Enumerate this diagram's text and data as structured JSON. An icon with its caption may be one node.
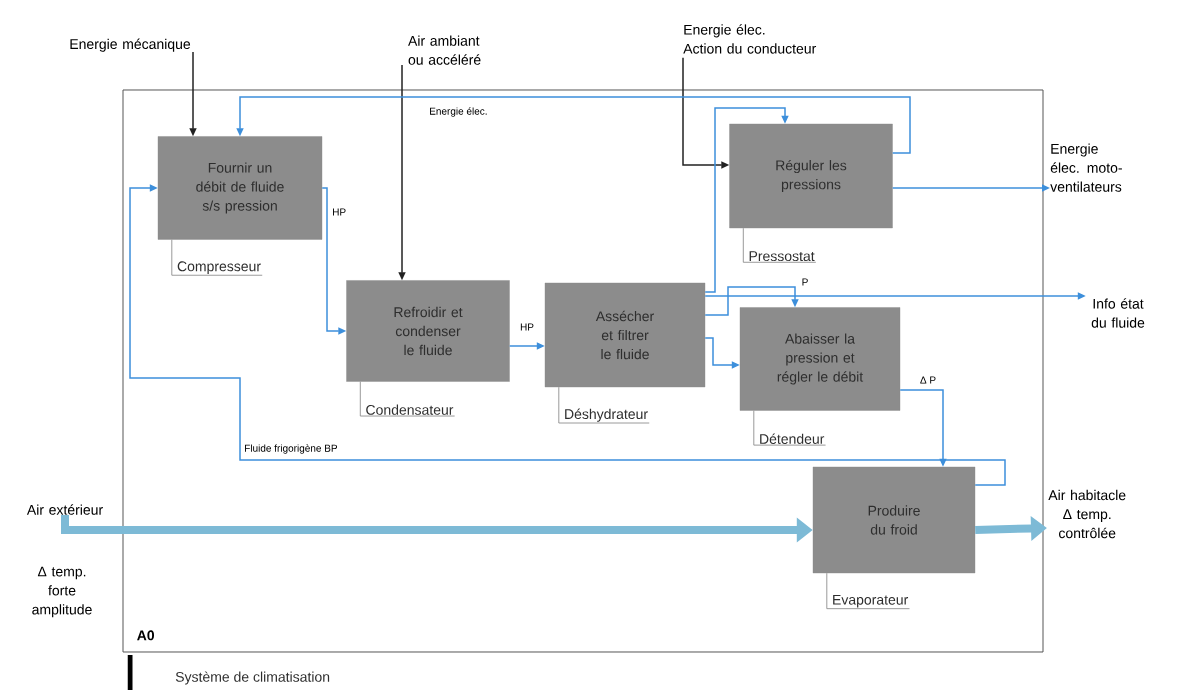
{
  "diagram": {
    "nodes": [
      {
        "text": [
          "A0"
        ],
        "beside": [
          "Système de climatisation"
        ]
      },
      {
        "text": [
          "Fournir un débit de fluide s/s pression"
        ],
        "beside": [
          "Compresseur"
        ],
        "in": 0
      },
      {
        "text": [
          "Refroidir et condenser le fluide"
        ],
        "beside": [
          "Condensateur"
        ],
        "in": 0
      },
      {
        "text": [
          "Assécher et filtrer le fluide"
        ],
        "beside": [
          "Déshydrateur"
        ],
        "in": 0
      },
      {
        "text": [
          "Réguler les pressions"
        ],
        "beside": [
          "Pressostat"
        ],
        "in": 0
      },
      {
        "text": [
          "Abaisser la pression et régler le débit"
        ],
        "beside": [
          "Détendeur"
        ],
        "in": 0
      },
      {
        "text": [
          "Produire du froid"
        ],
        "beside": [
          "Evaporateur"
        ],
        "in": 0
      },
      {
        "text": [
          "Energie mécanique"
        ]
      },
      {
        "text": [
          "Air ambiant ou accéléré"
        ]
      },
      {
        "text": [
          "Energie élec.",
          "Action du conducteur"
        ]
      },
      {
        "text": [
          "Energie élec. moto-ventilateurs"
        ]
      },
      {
        "text": [
          "Info état du fluide"
        ]
      },
      {
        "text": [
          "Air extérieur"
        ],
        "beside": [
          "Δ temp. forte amplitude"
        ]
      },
      {
        "text": [
          "Air habitacle Δ temp. contrôlée"
        ]
      }
    ],
    "edges": [
      {
        "from": 7,
        "to": 1,
        "arrow": "to",
        "color": "#222222"
      },
      {
        "from": 8,
        "to": 2,
        "arrow": "to",
        "color": "#222222"
      },
      {
        "from": 9,
        "to": 4,
        "arrow": "to",
        "color": "#222222"
      },
      {
        "from": 4,
        "to": 1,
        "arrow": "to",
        "label": "Energie élec."
      },
      {
        "from": 1,
        "to": 2,
        "arrow": "to",
        "label": "HP"
      },
      {
        "from": 2,
        "to": 3,
        "arrow": "to",
        "label": "HP"
      },
      {
        "from": 3,
        "to": 4,
        "arrow": "to"
      },
      {
        "from": 3,
        "to": 11,
        "arrow": "to",
        "label": "P"
      },
      {
        "from": 3,
        "to": 5,
        "arrow": "to"
      },
      {
        "from": 3,
        "to": 5,
        "arrow": "to"
      },
      {
        "from": 4,
        "to": 10,
        "arrow": "to"
      },
      {
        "from": 5,
        "to": 6,
        "arrow": "to",
        "label": "Δ P"
      },
      {
        "from": 6,
        "to": 1,
        "arrow": "to",
        "label": "Fluide frigorigène BP"
      },
      {
        "from": 12,
        "to": 6,
        "arrow": "to",
        "style": "thick",
        "color": "#7dbad6"
      },
      {
        "from": 6,
        "to": 13,
        "arrow": "to",
        "style": "thick",
        "color": "#7dbad6"
      }
    ]
  }
}
